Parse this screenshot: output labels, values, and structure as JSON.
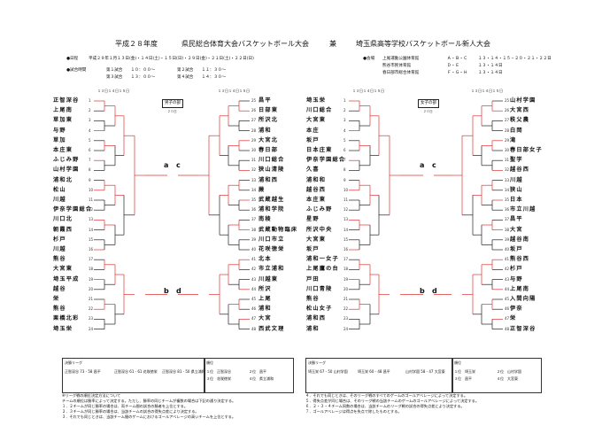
{
  "header": {
    "year": "平成２８年度",
    "title_left": "県民総合体育大会バスケットボール大会",
    "conj": "兼",
    "title_right": "埼玉県高等学校バスケットボール新人大会"
  },
  "info": {
    "date_label": "●日程",
    "date_value": "平成２９年１月１３日(金)・１４日(土)・１５日(日)・２９日(金)・２１日(土)・２２日(日)",
    "venue_label": "●会場",
    "venues": [
      {
        "name": "上尾運動公園体育館",
        "code": "Ａ・Ｂ・Ｃ",
        "days": "１３・１４・１５・２０・２１・２２日"
      },
      {
        "name": "熊谷市民体育館",
        "code": "Ｄ・Ｅ",
        "days": "１３・１４日"
      },
      {
        "name": "春日部市総合体育館",
        "code": "Ｆ・Ｇ・Ｈ",
        "days": "１３・１４日"
      }
    ],
    "time_label": "●試合時間",
    "times": [
      "第１試合　　１０：００～",
      "第２試合　　１１：３０～",
      "第３試合　　１３：００～",
      "第４試合　　１４：３０～"
    ]
  },
  "boys": {
    "label": "男子の部",
    "count": "２０日",
    "day_headers": [
      "１３日",
      "１４日",
      "１５日"
    ],
    "left_teams": [
      "正智深谷",
      "上尾南",
      "草加東",
      "与野",
      "草加",
      "本庄東",
      "ふじみ野",
      "山村学園",
      "浦和北",
      "松山",
      "川越",
      "伊奈学園総合",
      "川口北",
      "朝霞西",
      "杉戸",
      "川越",
      "熊谷",
      "大宮東",
      "埼玉平成",
      "越谷",
      "栄",
      "熊谷",
      "栗橋北彩",
      "埼玉栄"
    ],
    "right_teams": [
      "昌平",
      "日部東",
      "所沢北",
      "浦和",
      "大宮北",
      "春日部",
      "川口総合",
      "狭山清陵",
      "浦和西",
      "蕨",
      "武蔵越生",
      "浦和学院",
      "南稜",
      "武蔵動物臨床",
      "川口市立",
      "花咲徳栄",
      "北本",
      "市立浦和",
      "川越東",
      "所沢",
      "上尾",
      "浦和",
      "大宮",
      "西武文理"
    ],
    "left_nums": [
      "1",
      "2",
      "3",
      "4",
      "5",
      "6",
      "7",
      "8",
      "9",
      "10",
      "11",
      "12",
      "13",
      "14",
      "15",
      "16",
      "17",
      "18",
      "19",
      "20",
      "21",
      "22",
      "23",
      "24"
    ],
    "right_nums": [
      "25",
      "26",
      "27",
      "28",
      "29",
      "30",
      "31",
      "32",
      "33",
      "34",
      "35",
      "36",
      "37",
      "38",
      "39",
      "40",
      "41",
      "42",
      "43",
      "44",
      "45",
      "46",
      "47",
      "48"
    ],
    "semi_labels": [
      "a",
      "c",
      "b",
      "d"
    ]
  },
  "girls": {
    "label": "女子の部",
    "count": "２０日",
    "day_headers": [
      "１３日",
      "１４日",
      "１５日"
    ],
    "left_teams": [
      "埼玉栄",
      "川口総合",
      "大宮東",
      "本庄",
      "坂戸",
      "日本庄東",
      "伊奈学園総合",
      "久喜",
      "浦和和",
      "越谷西",
      "本庄東",
      "ふじみ野",
      "星野",
      "所沢中央",
      "大宮東",
      "坂戸",
      "浦和一女子",
      "上尾鷹の台",
      "戸田",
      "川口青陵",
      "熊谷",
      "松山女子",
      "浦和西",
      "浦和"
    ],
    "right_teams": [
      "山村学園",
      "大宮西",
      "秩父農",
      "白岡",
      "滝",
      "春日部女子",
      "聖学",
      "越谷西",
      "川越",
      "狭山",
      "日本",
      "市立川越",
      "昌平",
      "大宮",
      "越谷南",
      "坂戸",
      "熊谷西",
      "杉戸",
      "与野",
      "上尾南",
      "入間向陽",
      "伊奈",
      "栄",
      "正智深谷"
    ],
    "left_nums": [
      "1",
      "2",
      "3",
      "4",
      "5",
      "6",
      "7",
      "8",
      "9",
      "10",
      "11",
      "12",
      "13",
      "14",
      "15",
      "16",
      "17",
      "18",
      "19",
      "20",
      "21",
      "22",
      "23",
      "24"
    ],
    "right_nums": [
      "25",
      "26",
      "27",
      "28",
      "29",
      "30",
      "31",
      "32",
      "33",
      "34",
      "35",
      "36",
      "37",
      "38",
      "39",
      "40",
      "41",
      "42",
      "43",
      "44",
      "45",
      "46",
      "47",
      "48"
    ],
    "semi_labels": [
      "a",
      "c",
      "b",
      "d"
    ]
  },
  "bottom": {
    "boys_league_title": "決勝リーグ",
    "boys_league_rows": [
      "正智深谷 73 - 58 昌平",
      "正智深谷 61 - 61 花咲徳栄",
      "正智深谷 81 - 50 県立浦和"
    ],
    "boys_rank_title": "順位",
    "boys_ranks": [
      "１位　正智深谷",
      "２位　昌平",
      "３位　花咲徳栄",
      "４位　県立浦和"
    ],
    "girls_league_title": "決勝リーグ",
    "girls_league_rows": [
      "埼玉栄 67 - 50 山村学園",
      "埼玉栄 60 - 48 昌平",
      "山村学園 58 - 47 大宮東"
    ],
    "girls_rank_title": "順位",
    "girls_ranks": [
      "１位　埼玉栄",
      "２位　山村学園",
      "３位　昌平",
      "４位　大宮東"
    ],
    "notes_left": [
      "※リーグ戦の順位決定方法について",
      "チームの順位は勝率によって決定する。ただし、勝率の同じチームが複数の場合は下記の通り決定する。",
      "１．２チームが同じ勝率の場合は、両チーム間の試合の勝者を上位とする。",
      "２．３チームが同じ勝率の場合は、当該チームの試合の得失点差により決定する。",
      "３．それでも同じときは、当該チーム間のゲームにおけるゴールアベレージの高いチームを上位とする。"
    ],
    "notes_right": [
      "４．それでも同じときは、そのリーグ戦のすべてのゲームのゴールアベレージによって決定する。",
      "５．得失点差が同じ場合は、そのリーグ戦の当該チームのゲームのゴールアベレージによって決定する。",
      "６．２・３・４チーム同数の場合は、当該チームのリーグ戦の試合の得失点差により決定する。",
      "７．ゴールアベレージは得点を失点で除したものとする。"
    ]
  }
}
